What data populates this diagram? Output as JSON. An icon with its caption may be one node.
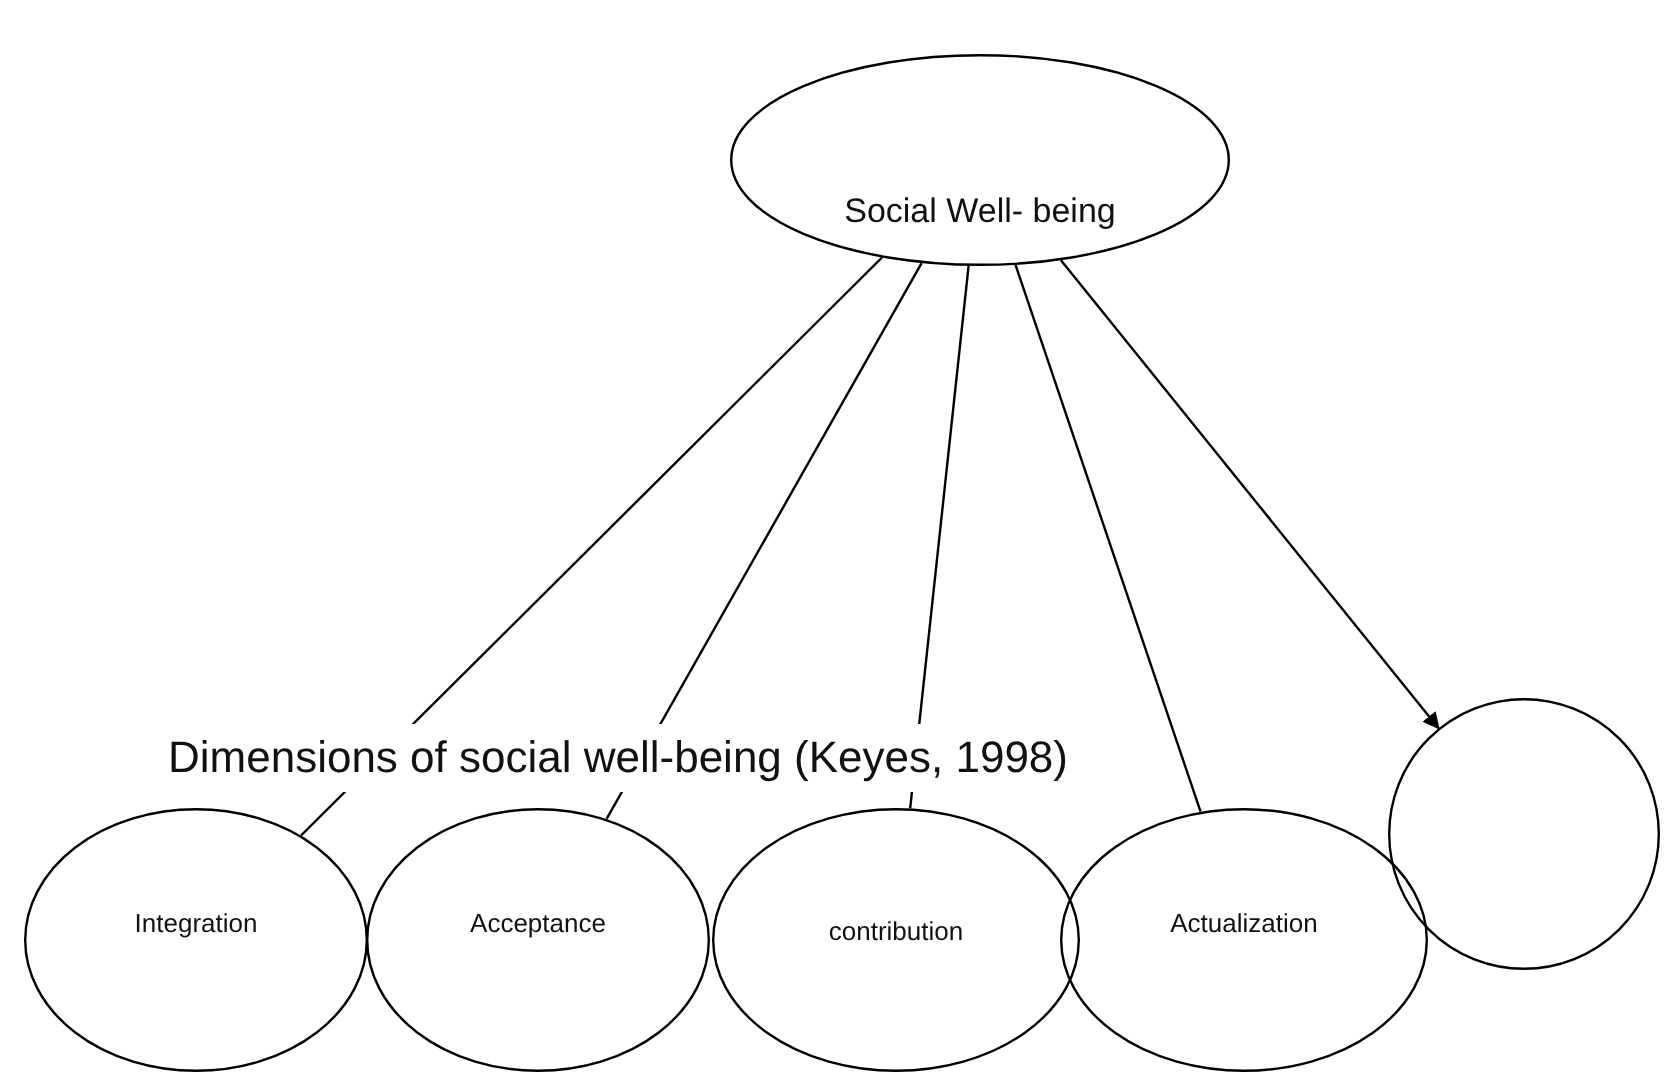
{
  "diagram": {
    "caption": "Dimensions of social well-being (Keyes, 1998)",
    "nodes": [
      {
        "text": [
          "Social Well- being"
        ]
      },
      {
        "text": [
          "Integration"
        ]
      },
      {
        "text": [
          "Acceptance"
        ]
      },
      {
        "text": [
          "contribution"
        ]
      },
      {
        "text": [
          "Actualization"
        ]
      },
      {
        "text": [],
        "shape": "circle"
      }
    ],
    "edges": [
      {
        "from": 0,
        "to": 1,
        "arrow": "none"
      },
      {
        "from": 0,
        "to": 2,
        "arrow": "none"
      },
      {
        "from": 0,
        "to": 3,
        "arrow": "none"
      },
      {
        "from": 0,
        "to": 4,
        "arrow": "none"
      },
      {
        "from": 0,
        "to": 5,
        "arrow": "to"
      }
    ]
  }
}
